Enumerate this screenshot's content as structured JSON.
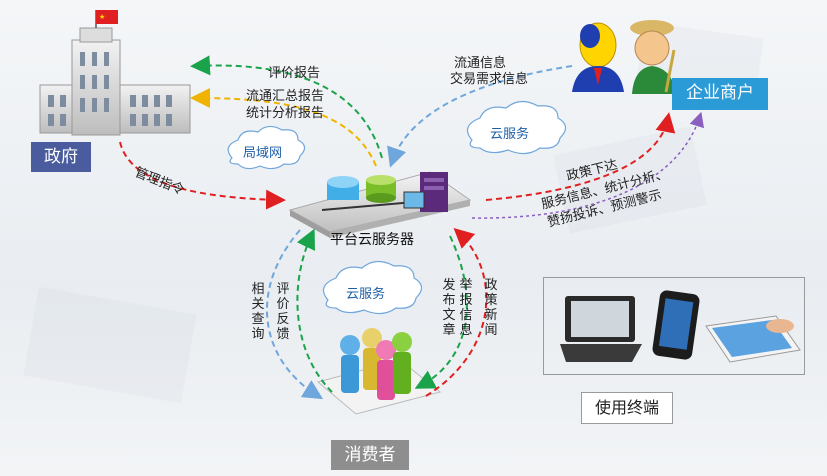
{
  "nodes": {
    "government": "政府",
    "enterprise": "企业商户",
    "server": "平台云服务器",
    "consumer": "消费者",
    "terminal": "使用终端"
  },
  "edges": {
    "eval_report": "评价报告",
    "circulation_summary": "流通汇总报告",
    "stat_report": "统计分析报告",
    "management": "管理指令",
    "circ_info": "流通信息",
    "trade_info": "交易需求信息",
    "policy_down": "政策下达",
    "service_info_1": "服务信息、统计分析、",
    "service_info_2": "赞扬投诉、预测警示",
    "related_query": "相关查询",
    "eval_feedback": "评价反馈",
    "publish": "发布文章",
    "report_info": "举报信息",
    "policy_news": "政策新闻"
  },
  "clouds": {
    "lan": "局域网",
    "cloud_top": "云服务",
    "cloud_bottom": "云服务"
  },
  "colors": {
    "green": "#1aa34a",
    "red": "#e02020",
    "yellow": "#f0b400",
    "blue": "#6fa6dc",
    "purple": "#8a5fc0",
    "gov_box": "#4a5c9e",
    "ent_box": "#2a9bd6",
    "con_box": "#8e8e8e"
  }
}
